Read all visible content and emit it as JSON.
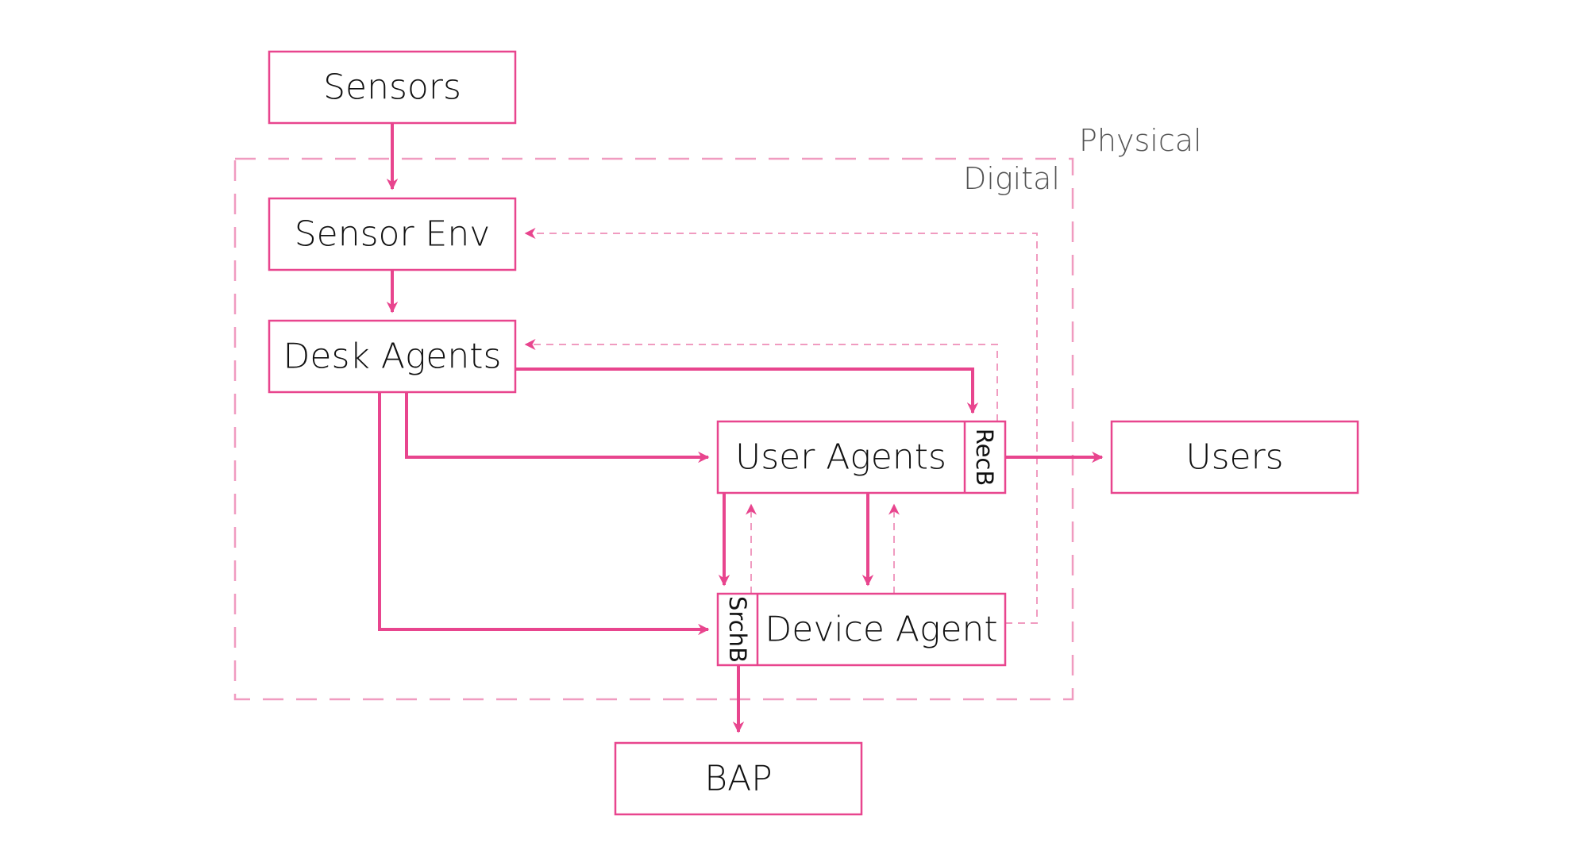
{
  "regions": {
    "physical": "Physical",
    "digital": "Digital"
  },
  "nodes": {
    "sensors": "Sensors",
    "sensor_env": "Sensor Env",
    "desk_agents": "Desk Agents",
    "user_agents": "User Agents",
    "users": "Users",
    "device_agent": "Device Agent",
    "bap": "BAP"
  },
  "ports": {
    "rec_b": "RecB",
    "srch_b": "SrchB"
  },
  "colors": {
    "accent": "#e8458e",
    "dashed": "#f09bc0",
    "text": "#111111",
    "region_text": "#555555"
  }
}
